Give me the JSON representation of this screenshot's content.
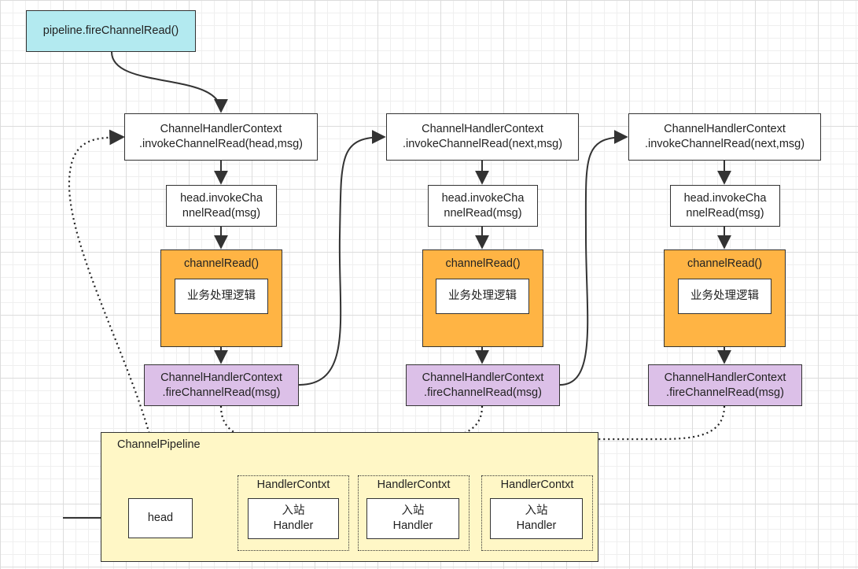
{
  "start": {
    "label": "pipeline.fireChannelRead()"
  },
  "stages": [
    {
      "invoke_line1": "ChannelHandlerContext",
      "invoke_line2": ".invokeChannelRead(head,msg)",
      "head_line1": "head.invokeCha",
      "head_line2": "nnelRead(msg)",
      "channel_read": "channelRead()",
      "business_logic": "业务处理逻辑",
      "fire_line1": "ChannelHandlerContext",
      "fire_line2": ".fireChannelRead(msg)"
    },
    {
      "invoke_line1": "ChannelHandlerContext",
      "invoke_line2": ".invokeChannelRead(next,msg)",
      "head_line1": "head.invokeCha",
      "head_line2": "nnelRead(msg)",
      "channel_read": "channelRead()",
      "business_logic": "业务处理逻辑",
      "fire_line1": "ChannelHandlerContext",
      "fire_line2": ".fireChannelRead(msg)"
    },
    {
      "invoke_line1": "ChannelHandlerContext",
      "invoke_line2": ".invokeChannelRead(next,msg)",
      "head_line1": "head.invokeCha",
      "head_line2": "nnelRead(msg)",
      "channel_read": "channelRead()",
      "business_logic": "业务处理逻辑",
      "fire_line1": "ChannelHandlerContext",
      "fire_line2": ".fireChannelRead(msg)"
    }
  ],
  "pipeline": {
    "label": "ChannelPipeline",
    "head": "head",
    "contexts": [
      {
        "label": "HandlerContxt",
        "handler_line1": "入站",
        "handler_line2": "Handler"
      },
      {
        "label": "HandlerContxt",
        "handler_line1": "入站",
        "handler_line2": "Handler"
      },
      {
        "label": "HandlerContxt",
        "handler_line1": "入站",
        "handler_line2": "Handler"
      }
    ]
  }
}
